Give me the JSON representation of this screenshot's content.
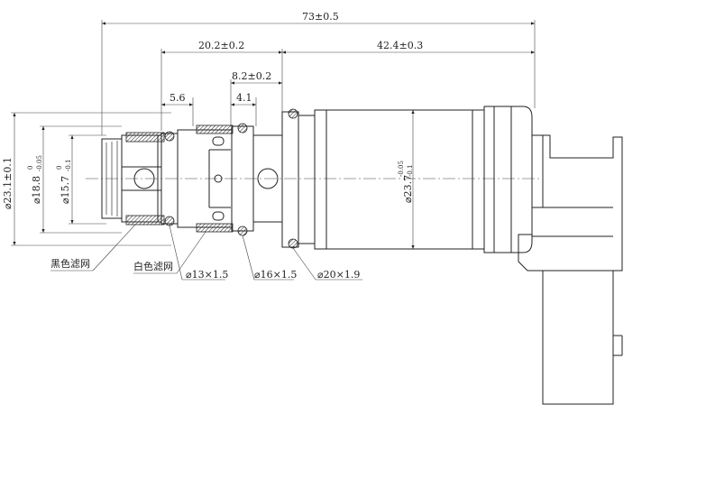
{
  "dimensions": {
    "overall_length": "73±0.5",
    "length_20_2": "20.2±0.2",
    "length_42_4": "42.4±0.3",
    "length_8_2": "8.2±0.2",
    "length_5_6": "5.6",
    "length_4_1": "4.1"
  },
  "diameters": {
    "d23_1": "⌀23.1±0.1",
    "d18_8": "⌀18.8",
    "d18_8_tol_upper": "0",
    "d18_8_tol_lower": "-0.05",
    "d15_7": "⌀15.7",
    "d15_7_tol_upper": "0",
    "d15_7_tol_lower": "-0.1",
    "d23_7": "⌀23.7",
    "d23_7_tol_upper": "-0.05",
    "d23_7_tol_lower": "-0.1"
  },
  "callouts": {
    "black_filter": "黑色滤网",
    "white_filter": "白色滤网",
    "oring_13": "⌀13×1.5",
    "oring_16": "⌀16×1.5",
    "oring_20": "⌀20×1.9"
  }
}
